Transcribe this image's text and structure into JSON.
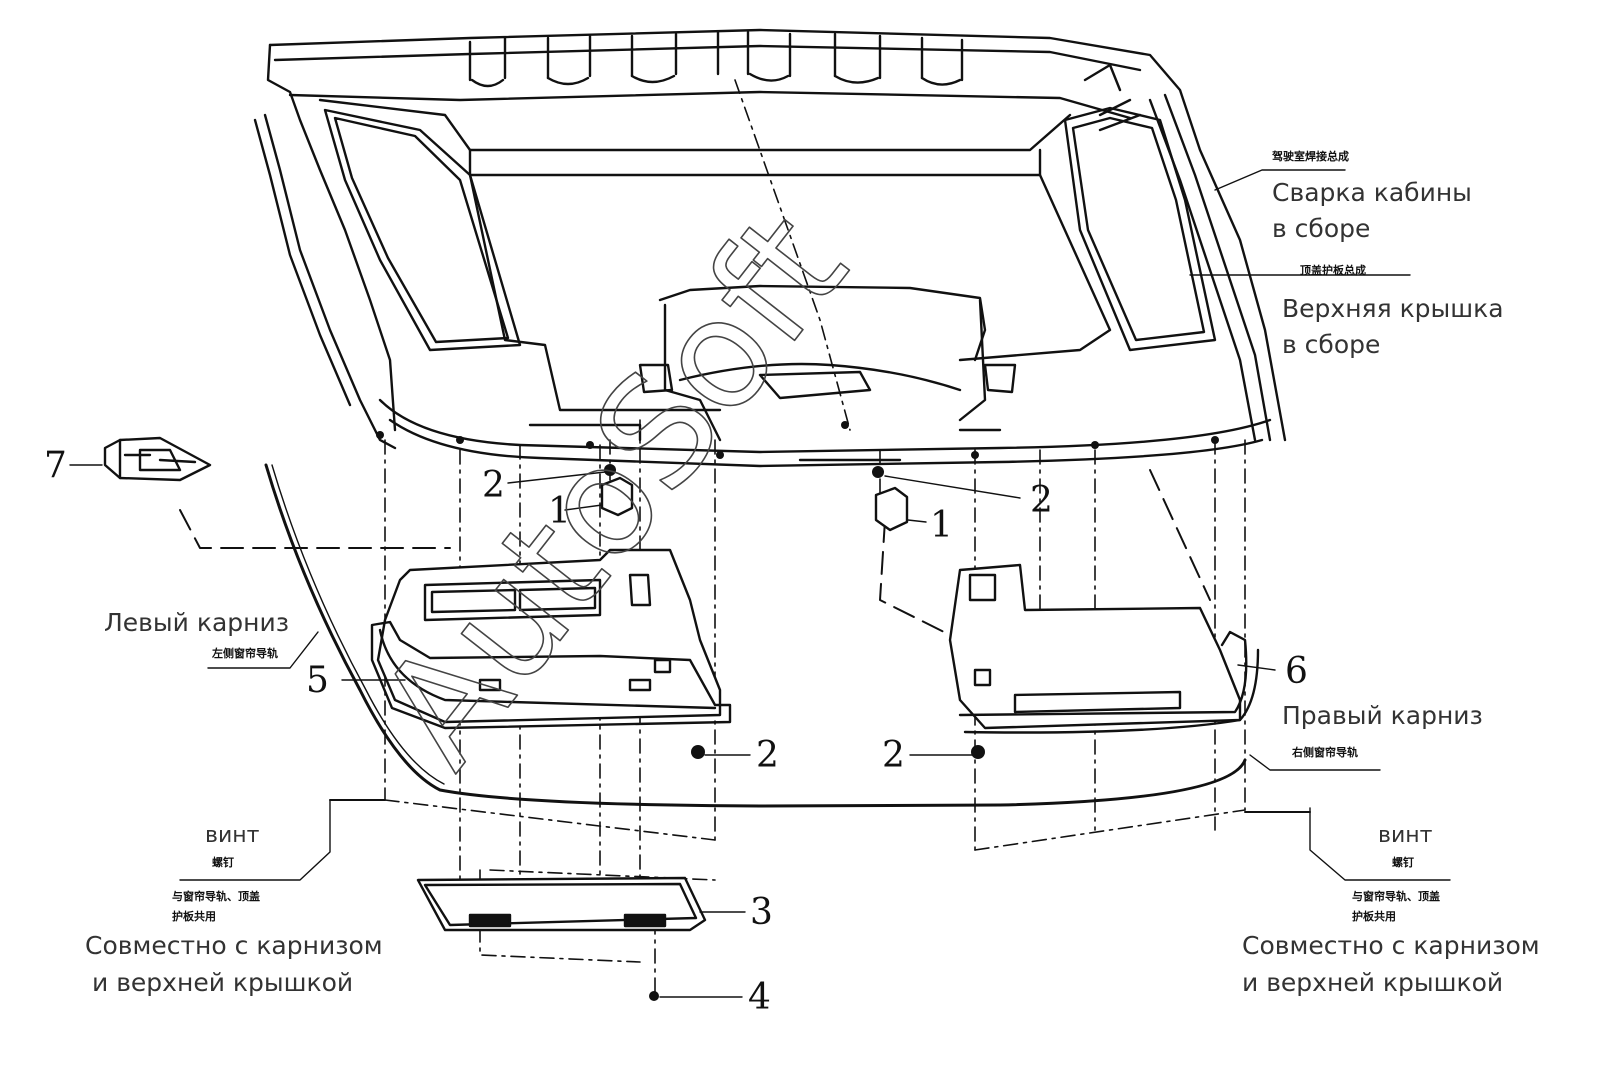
{
  "watermark": "AutoSoft",
  "labels": {
    "cab_weld_zh": "驾驶室焊接总成",
    "cab_weld_ru_1": "Сварка кабины",
    "cab_weld_ru_2": "в сборе",
    "roof_cover_zh": "顶盖护板总成",
    "roof_cover_ru_1": "Верхняя крышка",
    "roof_cover_ru_2": "в сборе",
    "left_rail_ru": "Левый карниз",
    "left_rail_zh": "左侧窗帘导轨",
    "right_rail_ru": "Правый карниз",
    "right_rail_zh": "右侧窗帘导轨",
    "screw_left_ru": "винт",
    "screw_left_zh": "螺钉",
    "screw_left_note_zh_1": "与窗帘导轨、顶盖",
    "screw_left_note_zh_2": "护板共用",
    "screw_left_note_ru_1": "Совместно с карнизом",
    "screw_left_note_ru_2": "и верхней крышкой",
    "screw_right_ru": "винт",
    "screw_right_zh": "螺钉",
    "screw_right_note_zh_1": "与窗帘导轨、顶盖",
    "screw_right_note_zh_2": "护板共用",
    "screw_right_note_ru_1": "Совместно с карнизом",
    "screw_right_note_ru_2": "и верхней крышкой"
  },
  "callouts": {
    "n7": "7",
    "n2_a": "2",
    "n1_a": "1",
    "n2_b": "2",
    "n1_b": "1",
    "n5": "5",
    "n6": "6",
    "n2_c": "2",
    "n2_d": "2",
    "n3": "3",
    "n4": "4"
  }
}
